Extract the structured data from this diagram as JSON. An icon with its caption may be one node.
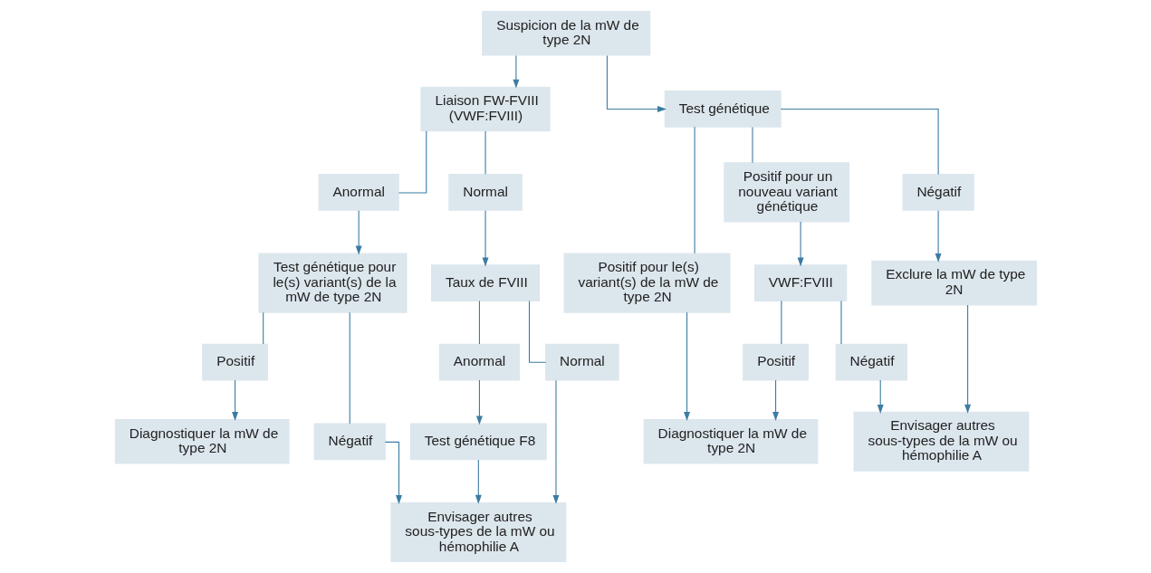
{
  "diagram": {
    "nodes": [
      {
        "text": [
          "Suspicion de la mW de type 2N"
        ]
      },
      {
        "text": [
          "Liaison FW-FVIII (VWF:FVIII)"
        ]
      },
      {
        "text": [
          "Test génétique"
        ]
      },
      {
        "text": [
          "Anormal"
        ]
      },
      {
        "text": [
          "Normal"
        ]
      },
      {
        "text": [
          "Test génétique pour le(s) variant(s) de la mW de type 2N"
        ]
      },
      {
        "text": [
          "Taux de FVIII"
        ]
      },
      {
        "text": [
          "Positif pour le(s) variant(s) de la mW de type 2N"
        ]
      },
      {
        "text": [
          "Positif pour un nouveau variant génétique"
        ]
      },
      {
        "text": [
          "Négatif"
        ]
      },
      {
        "text": [
          "Anormal"
        ]
      },
      {
        "text": [
          "Normal"
        ]
      },
      {
        "text": [
          "Exclure la mW de type 2N"
        ]
      },
      {
        "text": [
          "Positif"
        ]
      },
      {
        "text": [
          "Négatif"
        ]
      },
      {
        "text": [
          "VWF:FVIII"
        ]
      },
      {
        "text": [
          "Test génétique F8"
        ]
      },
      {
        "text": [
          "Diagnostiquer la mW de type 2N"
        ]
      },
      {
        "text": [
          "Envisager autres sous-types de la mW ou hémophilie A"
        ]
      },
      {
        "text": [
          "Positif"
        ]
      },
      {
        "text": [
          "Négatif"
        ]
      },
      {
        "text": [
          "Diagnostiquer la mW de type 2N"
        ]
      },
      {
        "text": [
          "Envisager autres sous-types de la mW ou hémophilie A"
        ]
      }
    ],
    "edges": [
      {
        "from": 0,
        "to": 1,
        "arrow": "to"
      },
      {
        "from": 0,
        "to": 2,
        "arrow": "to"
      },
      {
        "from": 1,
        "to": 3,
        "arrow": "none"
      },
      {
        "from": 1,
        "to": 4,
        "arrow": "none"
      },
      {
        "from": 3,
        "to": 5,
        "arrow": "to"
      },
      {
        "from": 4,
        "to": 6,
        "arrow": "to"
      },
      {
        "from": 2,
        "to": 7,
        "arrow": "none"
      },
      {
        "from": 2,
        "to": 8,
        "arrow": "none"
      },
      {
        "from": 2,
        "to": 9,
        "arrow": "none"
      },
      {
        "from": 9,
        "to": 12,
        "arrow": "to"
      },
      {
        "from": 8,
        "to": 15,
        "arrow": "to"
      },
      {
        "from": 6,
        "to": 10,
        "arrow": "none"
      },
      {
        "from": 6,
        "to": 11,
        "arrow": "none"
      },
      {
        "from": 10,
        "to": 16,
        "arrow": "to"
      },
      {
        "from": 11,
        "to": 18,
        "arrow": "to"
      },
      {
        "from": 5,
        "to": 13,
        "arrow": "none"
      },
      {
        "from": 5,
        "to": 14,
        "arrow": "none"
      },
      {
        "from": 13,
        "to": 17,
        "arrow": "to"
      },
      {
        "from": 14,
        "to": 18,
        "arrow": "to"
      },
      {
        "from": 16,
        "to": 18,
        "arrow": "to"
      },
      {
        "from": 7,
        "to": 21,
        "arrow": "to"
      },
      {
        "from": 15,
        "to": 19,
        "arrow": "none"
      },
      {
        "from": 15,
        "to": 20,
        "arrow": "none"
      },
      {
        "from": 19,
        "to": 21,
        "arrow": "to"
      },
      {
        "from": 20,
        "to": 22,
        "arrow": "to"
      },
      {
        "from": 12,
        "to": 22,
        "arrow": "to"
      }
    ]
  }
}
